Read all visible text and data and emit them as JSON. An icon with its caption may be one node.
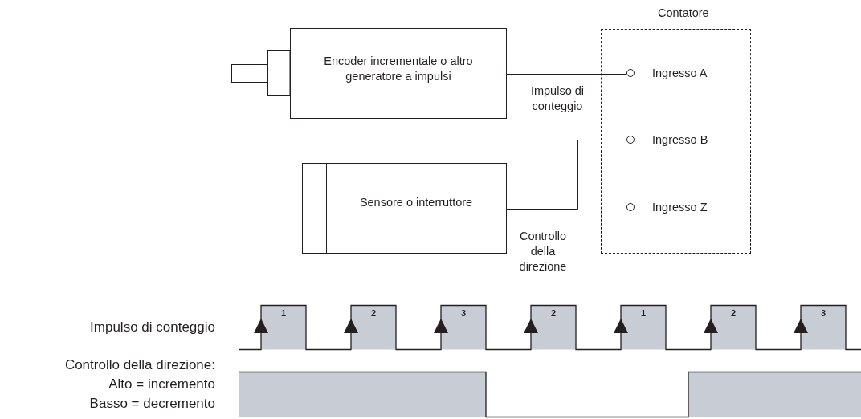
{
  "diagram": {
    "nodes": [
      {
        "text": [
          "Encoder incrementale o altro generatore a impulsi"
        ]
      },
      {
        "text": [
          "Sensore o interruttore"
        ]
      },
      {
        "text": [
          "Contatore"
        ]
      },
      {
        "text": [
          "Ingresso A"
        ],
        "in": 2
      },
      {
        "text": [
          "Ingresso B"
        ],
        "in": 2
      },
      {
        "text": [
          "Ingresso Z"
        ],
        "in": 2
      }
    ],
    "edges": [
      {
        "from": 0,
        "to": 3,
        "arrow": "none",
        "label": "Impulso di conteggio"
      },
      {
        "from": 1,
        "to": 4,
        "arrow": "none",
        "label": "Controllo della direzione"
      }
    ],
    "labels": [
      "1",
      "2",
      "3",
      "2",
      "1",
      "2",
      "3",
      "Impulso di conteggio",
      "Controllo della direzione:",
      "Alto = incremento",
      "Basso = decremento"
    ]
  }
}
